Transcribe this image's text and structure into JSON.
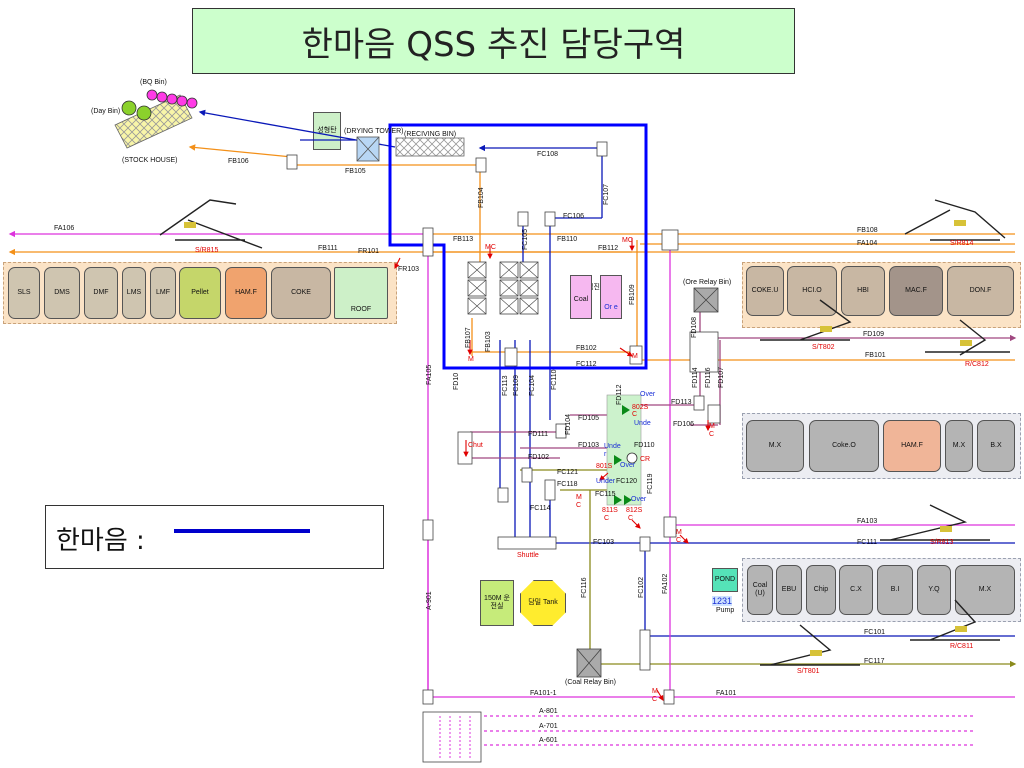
{
  "title": "한마음 QSS 추진 담당구역",
  "legend": {
    "label": "한마음 :"
  },
  "storage": {
    "bq_bin": "(BQ Bin)",
    "day_bin": "(Day Bin)",
    "stock_house": "(STOCK HOUSE)",
    "drying_tower": "(DRYING TOWER)",
    "reciving_bin": "(RECIVING BIN)",
    "sungyeongtan": "성형탄"
  },
  "left_panel": [
    "SLS",
    "DMS",
    "DMF",
    "LMS",
    "LMF",
    "Pellet",
    "HAM.F",
    "COKE",
    "ROOF"
  ],
  "right_panel_1": [
    "COKE.U",
    "HCI.O",
    "HBI",
    "MAC.F",
    "DON.F"
  ],
  "right_panel_2": [
    "M.X",
    "Coke.O",
    "HAM.F",
    "M.X",
    "B.X"
  ],
  "right_panel_3": [
    "Coal (U)",
    "EBU",
    "Chip",
    "C.X",
    "B.I",
    "Y.Q",
    "M.X"
  ],
  "pond": {
    "label": "POND",
    "digits": "1231",
    "pump": "Pump"
  },
  "control_room": "150M 운전실",
  "tank": "담밀 Tank",
  "jipjingi": {
    "title": "집진기",
    "coal": "Coal",
    "ore": "Or e"
  },
  "relay": {
    "ore": "(Ore Relay Bin)",
    "coal": "(Coal Relay Bin)"
  },
  "machines": {
    "sr815": "S/R815",
    "sr814": "S/R814",
    "st802": "S/T802",
    "rc812": "R/C812",
    "sr813": "S/R813",
    "st801": "S/T801",
    "rc811": "R/C811",
    "fr101": "FR101",
    "fr103": "FR103"
  },
  "conveyors": {
    "fa106": "FA106",
    "fa104": "FA104",
    "fa105": "FA105",
    "fa103": "FA103",
    "fa102": "FA102",
    "fa101_1": "FA101-1",
    "fa101": "FA101",
    "a901": "A-901",
    "a801": "A-801",
    "a701": "A-701",
    "a601": "A-601",
    "fb106": "FB106",
    "fb105": "FB105",
    "fb104": "FB104",
    "fb113": "FB113",
    "fb111": "FB111",
    "fb110": "FB110",
    "fb112": "FB112",
    "fb108": "FB108",
    "fb109": "FB109",
    "fb102": "FB102",
    "fb107": "FB107",
    "fb103": "FB103",
    "fb101": "FB101",
    "fc108": "FC108",
    "fc107": "FC107",
    "fc106": "FC106",
    "fc105": "FC105",
    "fc112": "FC112",
    "fc113": "FC113",
    "fc109": "FC109",
    "fc104": "FC104",
    "fc110": "FC110",
    "fc121": "FC121",
    "fc118": "FC118",
    "fc115": "FC115",
    "fc114": "FC114",
    "fc103": "FC103",
    "fc111": "FC111",
    "fc116": "FC116",
    "fc102": "FC102",
    "fc101": "FC101",
    "fc117": "FC117",
    "fc119": "FC119",
    "fc120": "FC120",
    "fd108": "FD108",
    "fd109": "FD109",
    "fd114": "FD114",
    "fd116": "FD116",
    "fd107": "FD107",
    "fd113": "FD113",
    "fd106": "FD106",
    "fd105": "FD105",
    "fd104": "FD104",
    "fd111": "FD111",
    "fd103": "FD103",
    "fd110": "FD110",
    "fd102": "FD102",
    "fd112": "FD112",
    "fd10x": "FD10"
  },
  "markers": {
    "m": "M",
    "c": "C",
    "mc": "MC",
    "over": "Over",
    "unde": "Unde",
    "under": "Under",
    "cr": "CR",
    "s802": "802S",
    "s801": "801S",
    "s811": "811S",
    "s812": "812S",
    "chut": "Chut",
    "shuttle": "Shuttle",
    "r": "r"
  },
  "colors": {
    "blue_zone": "#0000ff",
    "orange": "#f39019",
    "magenta": "#dd33dd",
    "olive": "#8a8a1c",
    "purple": "#a04880",
    "navy": "#0a18b8",
    "title_bg": "#ccffcc"
  }
}
